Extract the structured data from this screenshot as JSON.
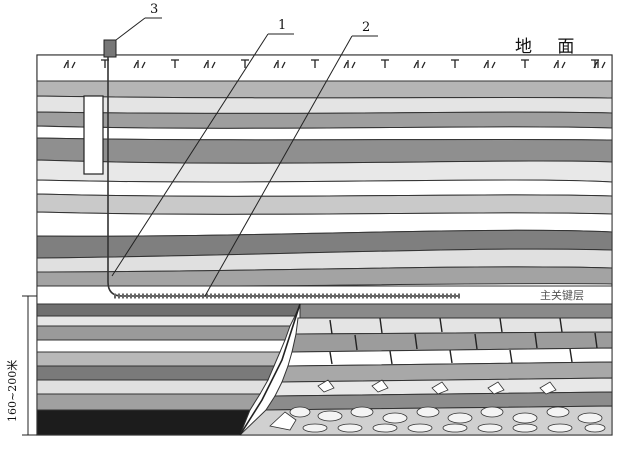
{
  "labels": {
    "callout_1": "1",
    "callout_2": "2",
    "callout_3": "3",
    "surface": "地 面",
    "coal_seam": "主关键层",
    "depth": "160~200米"
  }
}
